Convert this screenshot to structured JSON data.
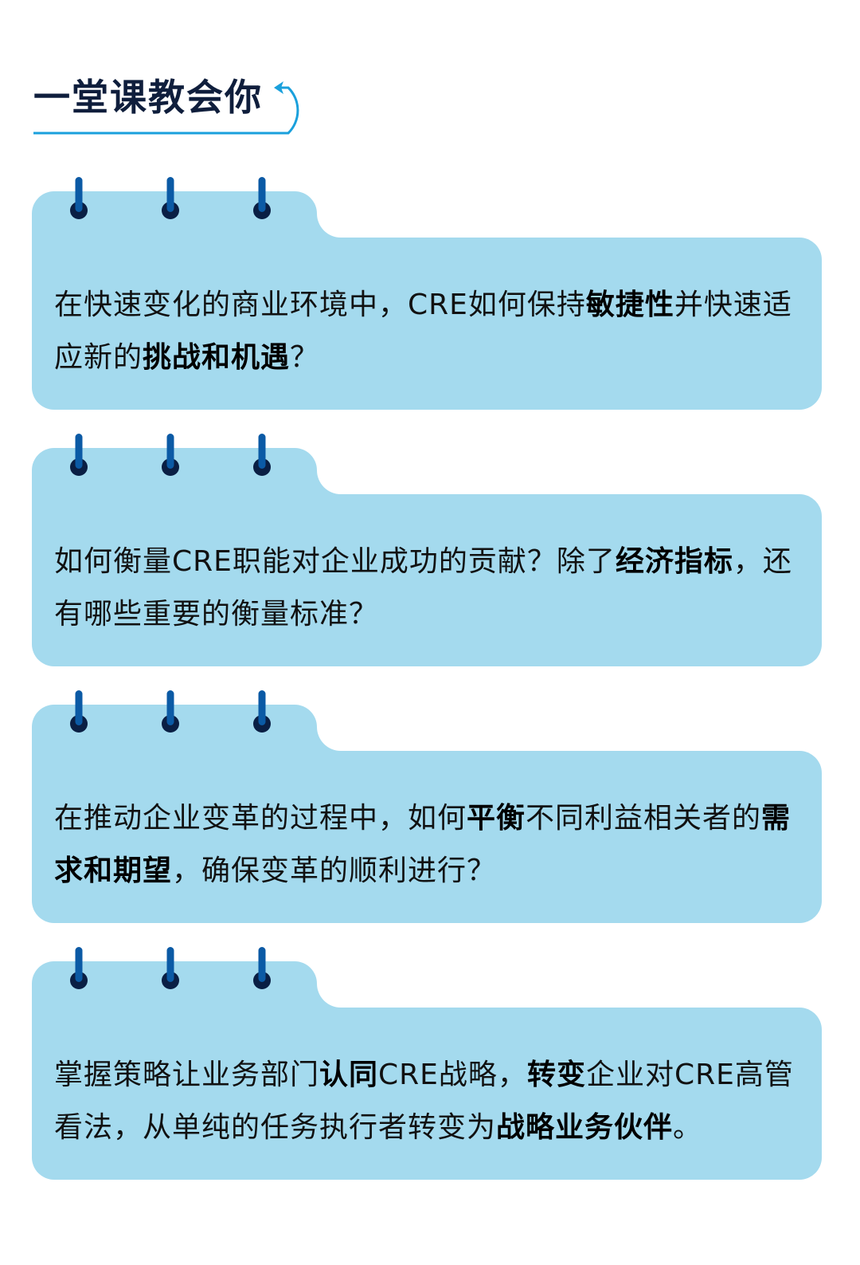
{
  "header": {
    "title": "一堂课教会你",
    "decoration_icon": "curved-arrow-underline-icon",
    "accent_color": "#1aa0dc",
    "title_color": "#0f1e3c"
  },
  "theme": {
    "card_color": "#a4daee",
    "ring_color": "#0b5aa5",
    "ring_ball_color": "#0a1f44"
  },
  "cards": [
    {
      "segments": [
        {
          "text": "在快速变化的商业环境中，CRE如何保持",
          "bold": false
        },
        {
          "text": "敏捷性",
          "bold": true
        },
        {
          "text": "并快速适应新的",
          "bold": false
        },
        {
          "text": "挑战和机遇",
          "bold": true
        },
        {
          "text": "？",
          "bold": false
        }
      ]
    },
    {
      "segments": [
        {
          "text": "如何衡量CRE职能对企业成功的贡献？除了",
          "bold": false
        },
        {
          "text": "经济指标",
          "bold": true
        },
        {
          "text": "，还有哪些重要的衡量标准？",
          "bold": false
        }
      ]
    },
    {
      "segments": [
        {
          "text": "在推动企业变革的过程中，如何",
          "bold": false
        },
        {
          "text": "平衡",
          "bold": true
        },
        {
          "text": "不同利益相关者的",
          "bold": false
        },
        {
          "text": "需求和期望",
          "bold": true
        },
        {
          "text": "，确保变革的顺利进行？",
          "bold": false
        }
      ]
    },
    {
      "segments": [
        {
          "text": "掌握策略让业务部门",
          "bold": false
        },
        {
          "text": "认同",
          "bold": true
        },
        {
          "text": "CRE战略，",
          "bold": false
        },
        {
          "text": "转变",
          "bold": true
        },
        {
          "text": "企业对CRE高管看法，从单纯的任务执行者转变为",
          "bold": false
        },
        {
          "text": "战略业务伙伴",
          "bold": true
        },
        {
          "text": "。",
          "bold": false
        }
      ]
    }
  ]
}
